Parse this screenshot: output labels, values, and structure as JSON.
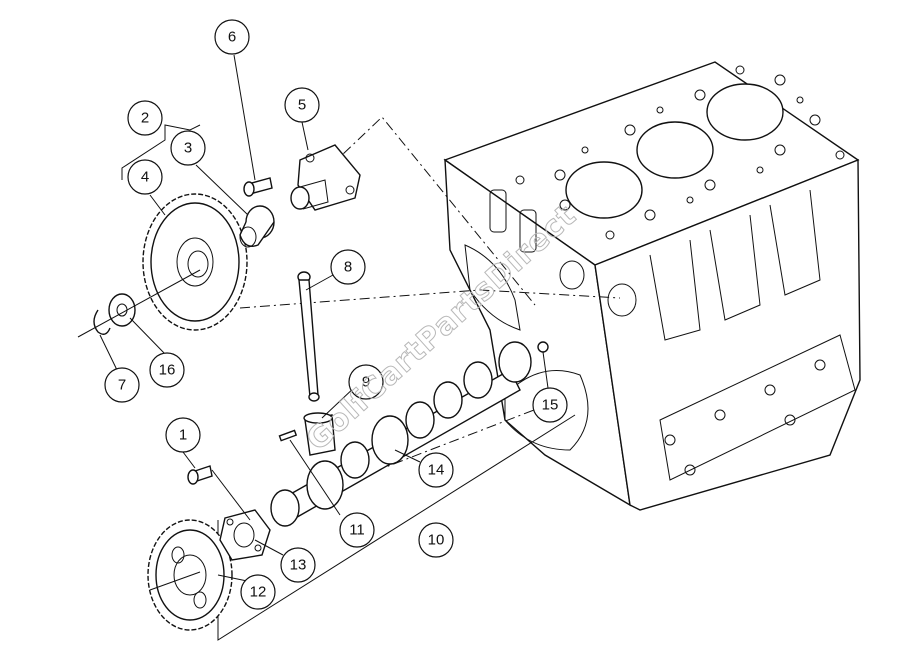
{
  "callouts": [
    {
      "id": "1",
      "label": "1"
    },
    {
      "id": "2",
      "label": "2"
    },
    {
      "id": "3",
      "label": "3"
    },
    {
      "id": "4",
      "label": "4"
    },
    {
      "id": "5",
      "label": "5"
    },
    {
      "id": "6",
      "label": "6"
    },
    {
      "id": "7",
      "label": "7"
    },
    {
      "id": "8",
      "label": "8"
    },
    {
      "id": "9",
      "label": "9"
    },
    {
      "id": "10",
      "label": "10"
    },
    {
      "id": "11",
      "label": "11"
    },
    {
      "id": "12",
      "label": "12"
    },
    {
      "id": "13",
      "label": "13"
    },
    {
      "id": "14",
      "label": "14"
    },
    {
      "id": "15",
      "label": "15"
    },
    {
      "id": "16",
      "label": "16"
    }
  ],
  "watermark": "GolfCartPartsDirect"
}
